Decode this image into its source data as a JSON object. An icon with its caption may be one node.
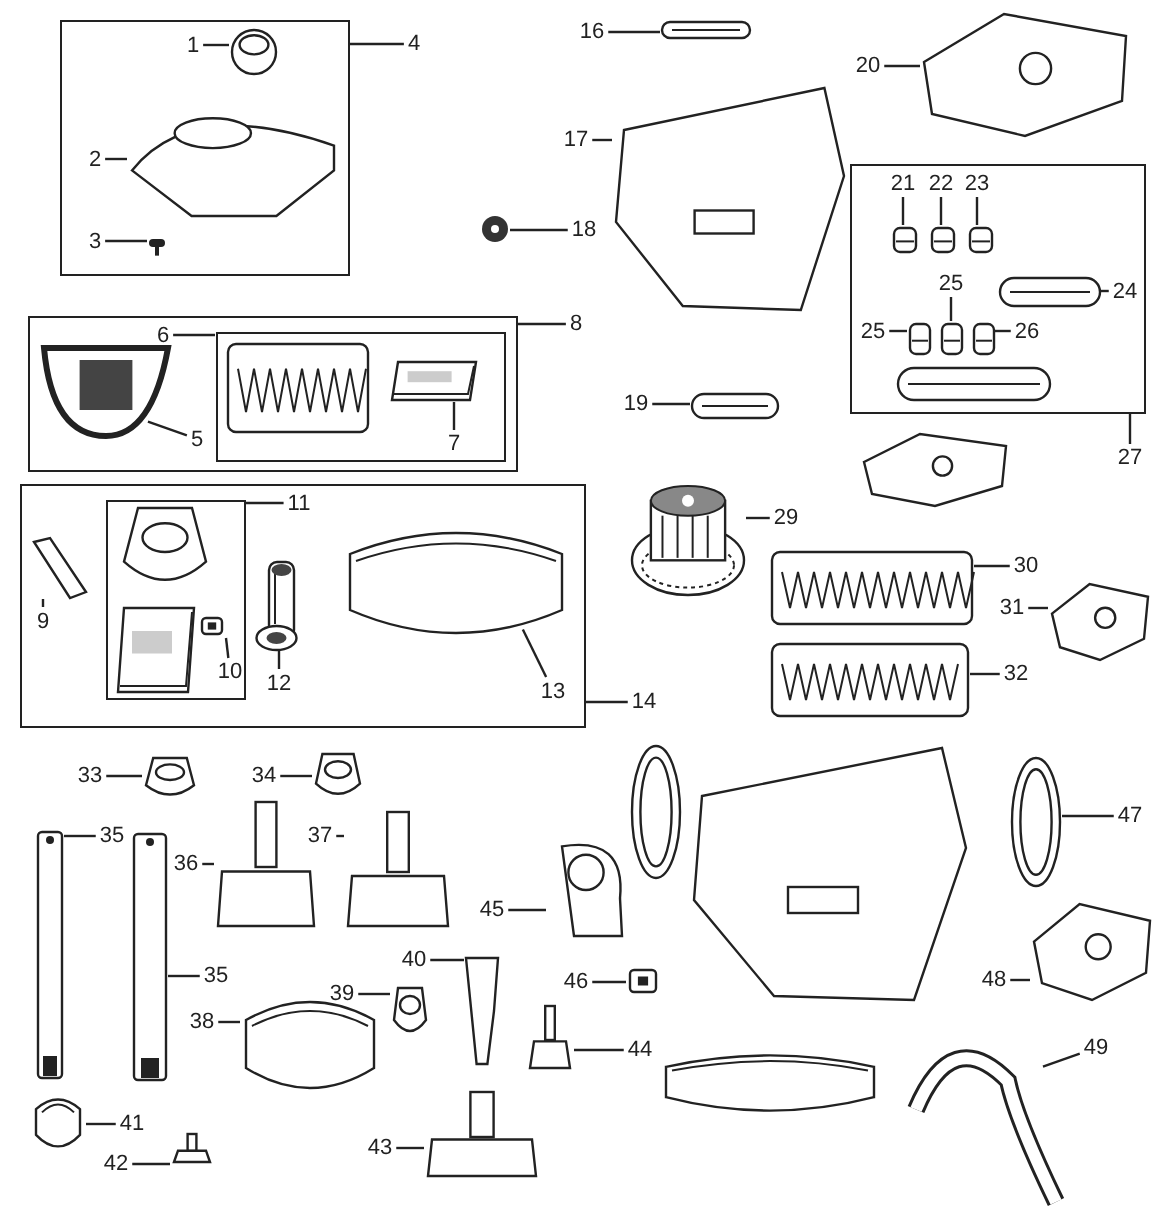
{
  "diagram": {
    "nodes": [
      {
        "text": [],
        "shape": "box"
      },
      {
        "text": [
          "4"
        ]
      },
      {
        "text": [
          "1"
        ],
        "in": 0
      },
      {
        "text": [],
        "shape": "picture",
        "in": 0
      },
      {
        "text": [
          "2"
        ],
        "in": 0
      },
      {
        "text": [],
        "shape": "picture",
        "in": 0
      },
      {
        "text": [
          "3"
        ],
        "in": 0
      },
      {
        "text": [],
        "shape": "picture",
        "in": 0
      },
      {
        "text": [],
        "shape": "box"
      },
      {
        "text": [
          "8"
        ]
      },
      {
        "text": [],
        "shape": "box",
        "in": 8
      },
      {
        "text": [
          "6"
        ],
        "in": 8
      },
      {
        "text": [],
        "shape": "picture",
        "in": 8
      },
      {
        "text": [
          "5"
        ],
        "in": 8
      },
      {
        "text": [],
        "shape": "picture",
        "in": 10
      },
      {
        "text": [
          "7"
        ],
        "in": 10
      },
      {
        "text": [],
        "shape": "box"
      },
      {
        "text": [
          "14"
        ]
      },
      {
        "text": [],
        "shape": "box",
        "in": 16
      },
      {
        "text": [
          "11"
        ],
        "in": 16
      },
      {
        "text": [
          "9"
        ],
        "in": 16
      },
      {
        "text": [],
        "shape": "picture",
        "in": 16
      },
      {
        "text": [],
        "shape": "picture",
        "in": 18
      },
      {
        "text": [
          "10"
        ],
        "in": 18
      },
      {
        "text": [],
        "shape": "picture",
        "in": 16
      },
      {
        "text": [
          "12"
        ],
        "in": 16
      },
      {
        "text": [],
        "shape": "picture",
        "in": 16
      },
      {
        "text": [
          "13"
        ],
        "in": 16
      },
      {
        "text": [
          "16"
        ]
      },
      {
        "text": [],
        "shape": "picture"
      },
      {
        "text": [
          "17"
        ]
      },
      {
        "text": [],
        "shape": "picture"
      },
      {
        "text": [],
        "shape": "picture"
      },
      {
        "text": [
          "18"
        ]
      },
      {
        "text": [
          "20"
        ]
      },
      {
        "text": [],
        "shape": "picture"
      },
      {
        "text": [],
        "shape": "box"
      },
      {
        "text": [
          "27"
        ]
      },
      {
        "text": [
          "21"
        ],
        "in": 36
      },
      {
        "text": [
          "22"
        ],
        "in": 36
      },
      {
        "text": [
          "23"
        ],
        "in": 36
      },
      {
        "text": [],
        "shape": "picture",
        "in": 36
      },
      {
        "text": [],
        "shape": "picture",
        "in": 36
      },
      {
        "text": [],
        "shape": "picture",
        "in": 36
      },
      {
        "text": [],
        "shape": "picture",
        "in": 36
      },
      {
        "text": [
          "24"
        ],
        "in": 36
      },
      {
        "text": [
          "25"
        ],
        "in": 36
      },
      {
        "text": [
          "25"
        ],
        "in": 36
      },
      {
        "text": [],
        "shape": "picture",
        "in": 36
      },
      {
        "text": [],
        "shape": "picture",
        "in": 36
      },
      {
        "text": [],
        "shape": "picture",
        "in": 36
      },
      {
        "text": [
          "26"
        ],
        "in": 36
      },
      {
        "text": [
          "19"
        ]
      },
      {
        "text": [],
        "shape": "picture"
      },
      {
        "text": [],
        "shape": "picture"
      },
      {
        "text": [
          "29"
        ]
      },
      {
        "text": [],
        "shape": "picture"
      },
      {
        "text": [
          "30"
        ]
      },
      {
        "text": [
          "31"
        ]
      },
      {
        "text": [],
        "shape": "picture"
      },
      {
        "text": [],
        "shape": "picture"
      },
      {
        "text": [
          "32"
        ]
      },
      {
        "text": [
          "33"
        ]
      },
      {
        "text": [],
        "shape": "picture"
      },
      {
        "text": [
          "34"
        ]
      },
      {
        "text": [],
        "shape": "picture"
      },
      {
        "text": [],
        "shape": "picture"
      },
      {
        "text": [
          "35"
        ]
      },
      {
        "text": [],
        "shape": "picture"
      },
      {
        "text": [
          "35"
        ]
      },
      {
        "text": [
          "36"
        ]
      },
      {
        "text": [],
        "shape": "picture"
      },
      {
        "text": [
          "37"
        ]
      },
      {
        "text": [],
        "shape": "picture"
      },
      {
        "text": [
          "45"
        ]
      },
      {
        "text": [],
        "shape": "picture"
      },
      {
        "text": [],
        "shape": "picture"
      },
      {
        "text": [
          "47"
        ]
      },
      {
        "text": [
          "40"
        ]
      },
      {
        "text": [],
        "shape": "picture"
      },
      {
        "text": [
          "46"
        ]
      },
      {
        "text": [],
        "shape": "picture"
      },
      {
        "text": [
          "39"
        ]
      },
      {
        "text": [],
        "shape": "picture"
      },
      {
        "text": [
          "38"
        ]
      },
      {
        "text": [],
        "shape": "picture"
      },
      {
        "text": [
          "48"
        ]
      },
      {
        "text": [],
        "shape": "picture"
      },
      {
        "text": [],
        "shape": "picture"
      },
      {
        "text": [
          "44"
        ]
      },
      {
        "text": [
          "49"
        ]
      },
      {
        "text": [],
        "shape": "picture"
      },
      {
        "text": [],
        "shape": "picture"
      },
      {
        "text": [
          "41"
        ]
      },
      {
        "text": [
          "42"
        ]
      },
      {
        "text": [],
        "shape": "picture"
      },
      {
        "text": [
          "43"
        ]
      },
      {
        "text": [],
        "shape": "picture"
      }
    ],
    "edges": [
      {
        "from": 1,
        "to": 0,
        "arrow": "none"
      },
      {
        "from": 2,
        "to": 3,
        "arrow": "none"
      },
      {
        "from": 4,
        "to": 5,
        "arrow": "none"
      },
      {
        "from": 6,
        "to": 7,
        "arrow": "none"
      },
      {
        "from": 9,
        "to": 8,
        "arrow": "none"
      },
      {
        "from": 11,
        "to": 10,
        "arrow": "none"
      },
      {
        "from": 13,
        "to": 12,
        "arrow": "none"
      },
      {
        "from": 15,
        "to": 14,
        "arrow": "none"
      },
      {
        "from": 17,
        "to": 16,
        "arrow": "none"
      },
      {
        "from": 19,
        "to": 18,
        "arrow": "none"
      },
      {
        "from": 20,
        "to": 21,
        "arrow": "none"
      },
      {
        "from": 23,
        "to": 22,
        "arrow": "none"
      },
      {
        "from": 25,
        "to": 24,
        "arrow": "none"
      },
      {
        "from": 27,
        "to": 26,
        "arrow": "none"
      },
      {
        "from": 28,
        "to": 29,
        "arrow": "none"
      },
      {
        "from": 30,
        "to": 31,
        "arrow": "none"
      },
      {
        "from": 33,
        "to": 32,
        "arrow": "none"
      },
      {
        "from": 34,
        "to": 35,
        "arrow": "none"
      },
      {
        "from": 37,
        "to": 36,
        "arrow": "none"
      },
      {
        "from": 38,
        "to": 41,
        "arrow": "none"
      },
      {
        "from": 39,
        "to": 42,
        "arrow": "none"
      },
      {
        "from": 40,
        "to": 43,
        "arrow": "none"
      },
      {
        "from": 45,
        "to": 44,
        "arrow": "none"
      },
      {
        "from": 46,
        "to": 49,
        "arrow": "none"
      },
      {
        "from": 47,
        "to": 48,
        "arrow": "none"
      },
      {
        "from": 51,
        "to": 50,
        "arrow": "none"
      },
      {
        "from": 52,
        "to": 53,
        "arrow": "none"
      },
      {
        "from": 55,
        "to": 54,
        "arrow": "none"
      },
      {
        "from": 57,
        "to": 56,
        "arrow": "none"
      },
      {
        "from": 58,
        "to": 59,
        "arrow": "none"
      },
      {
        "from": 61,
        "to": 60,
        "arrow": "none"
      },
      {
        "from": 62,
        "to": 63,
        "arrow": "none"
      },
      {
        "from": 64,
        "to": 65,
        "arrow": "none"
      },
      {
        "from": 67,
        "to": 66,
        "arrow": "none"
      },
      {
        "from": 69,
        "to": 68,
        "arrow": "none"
      },
      {
        "from": 70,
        "to": 71,
        "arrow": "none"
      },
      {
        "from": 72,
        "to": 73,
        "arrow": "none"
      },
      {
        "from": 74,
        "to": 75,
        "arrow": "none"
      },
      {
        "from": 77,
        "to": 76,
        "arrow": "none"
      },
      {
        "from": 78,
        "to": 79,
        "arrow": "none"
      },
      {
        "from": 80,
        "to": 81,
        "arrow": "none"
      },
      {
        "from": 82,
        "to": 83,
        "arrow": "none"
      },
      {
        "from": 84,
        "to": 85,
        "arrow": "none"
      },
      {
        "from": 86,
        "to": 87,
        "arrow": "none"
      },
      {
        "from": 89,
        "to": 88,
        "arrow": "none"
      },
      {
        "from": 90,
        "to": 91,
        "arrow": "none"
      },
      {
        "from": 93,
        "to": 92,
        "arrow": "none"
      },
      {
        "from": 94,
        "to": 95,
        "arrow": "none"
      },
      {
        "from": 96,
        "to": 97,
        "arrow": "none"
      }
    ]
  }
}
